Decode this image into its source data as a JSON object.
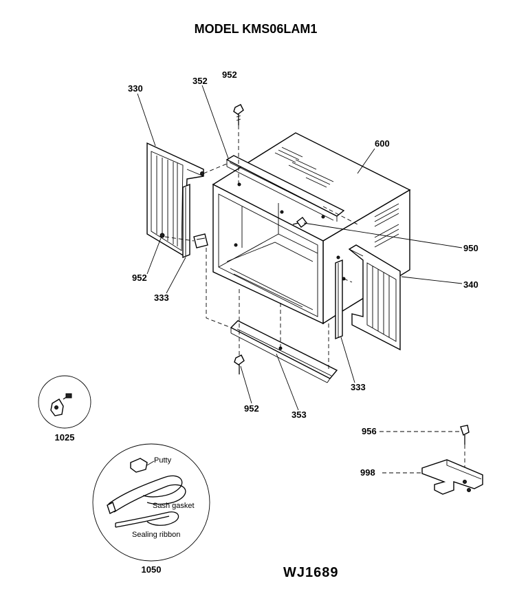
{
  "title": "MODEL KMS06LAM1",
  "drawing_code": "WJ1689",
  "part_labels": {
    "p330": "330",
    "p352": "352",
    "p952_top": "952",
    "p600": "600",
    "p950": "950",
    "p340": "340",
    "p952_left": "952",
    "p333_left": "333",
    "p333_right": "333",
    "p952_bottom": "952",
    "p353": "353",
    "p1025": "1025",
    "p956": "956",
    "p998": "998",
    "p1050": "1050"
  },
  "kit_labels": {
    "putty": "Putty",
    "sash_gasket": "Sash gasket",
    "sealing_ribbon": "Sealing ribbon"
  }
}
